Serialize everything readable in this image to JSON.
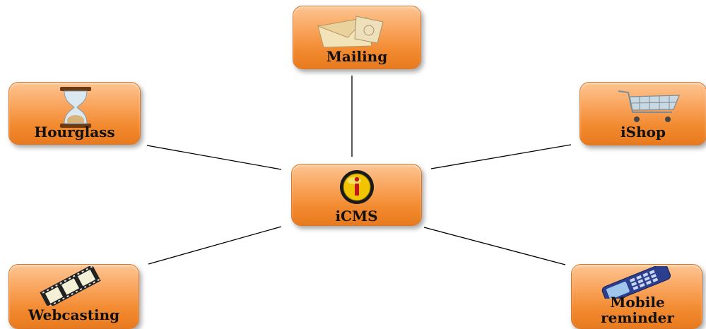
{
  "diagram": {
    "center": {
      "label": "iCMS",
      "icon": "info-icon"
    },
    "nodes": [
      {
        "id": "mailing",
        "label": "Mailing",
        "icon": "envelope-icon"
      },
      {
        "id": "hourglass",
        "label": "Hourglass",
        "icon": "hourglass-icon"
      },
      {
        "id": "ishop",
        "label": "iShop",
        "icon": "shopping-cart-icon"
      },
      {
        "id": "webcasting",
        "label": "Webcasting",
        "icon": "film-strip-icon"
      },
      {
        "id": "mobile",
        "label": "Mobile reminder",
        "icon": "mobile-phone-icon"
      }
    ],
    "colors": {
      "node_fill": "#f9a45c",
      "node_border": "#d9782c",
      "connector": "#000000"
    }
  }
}
